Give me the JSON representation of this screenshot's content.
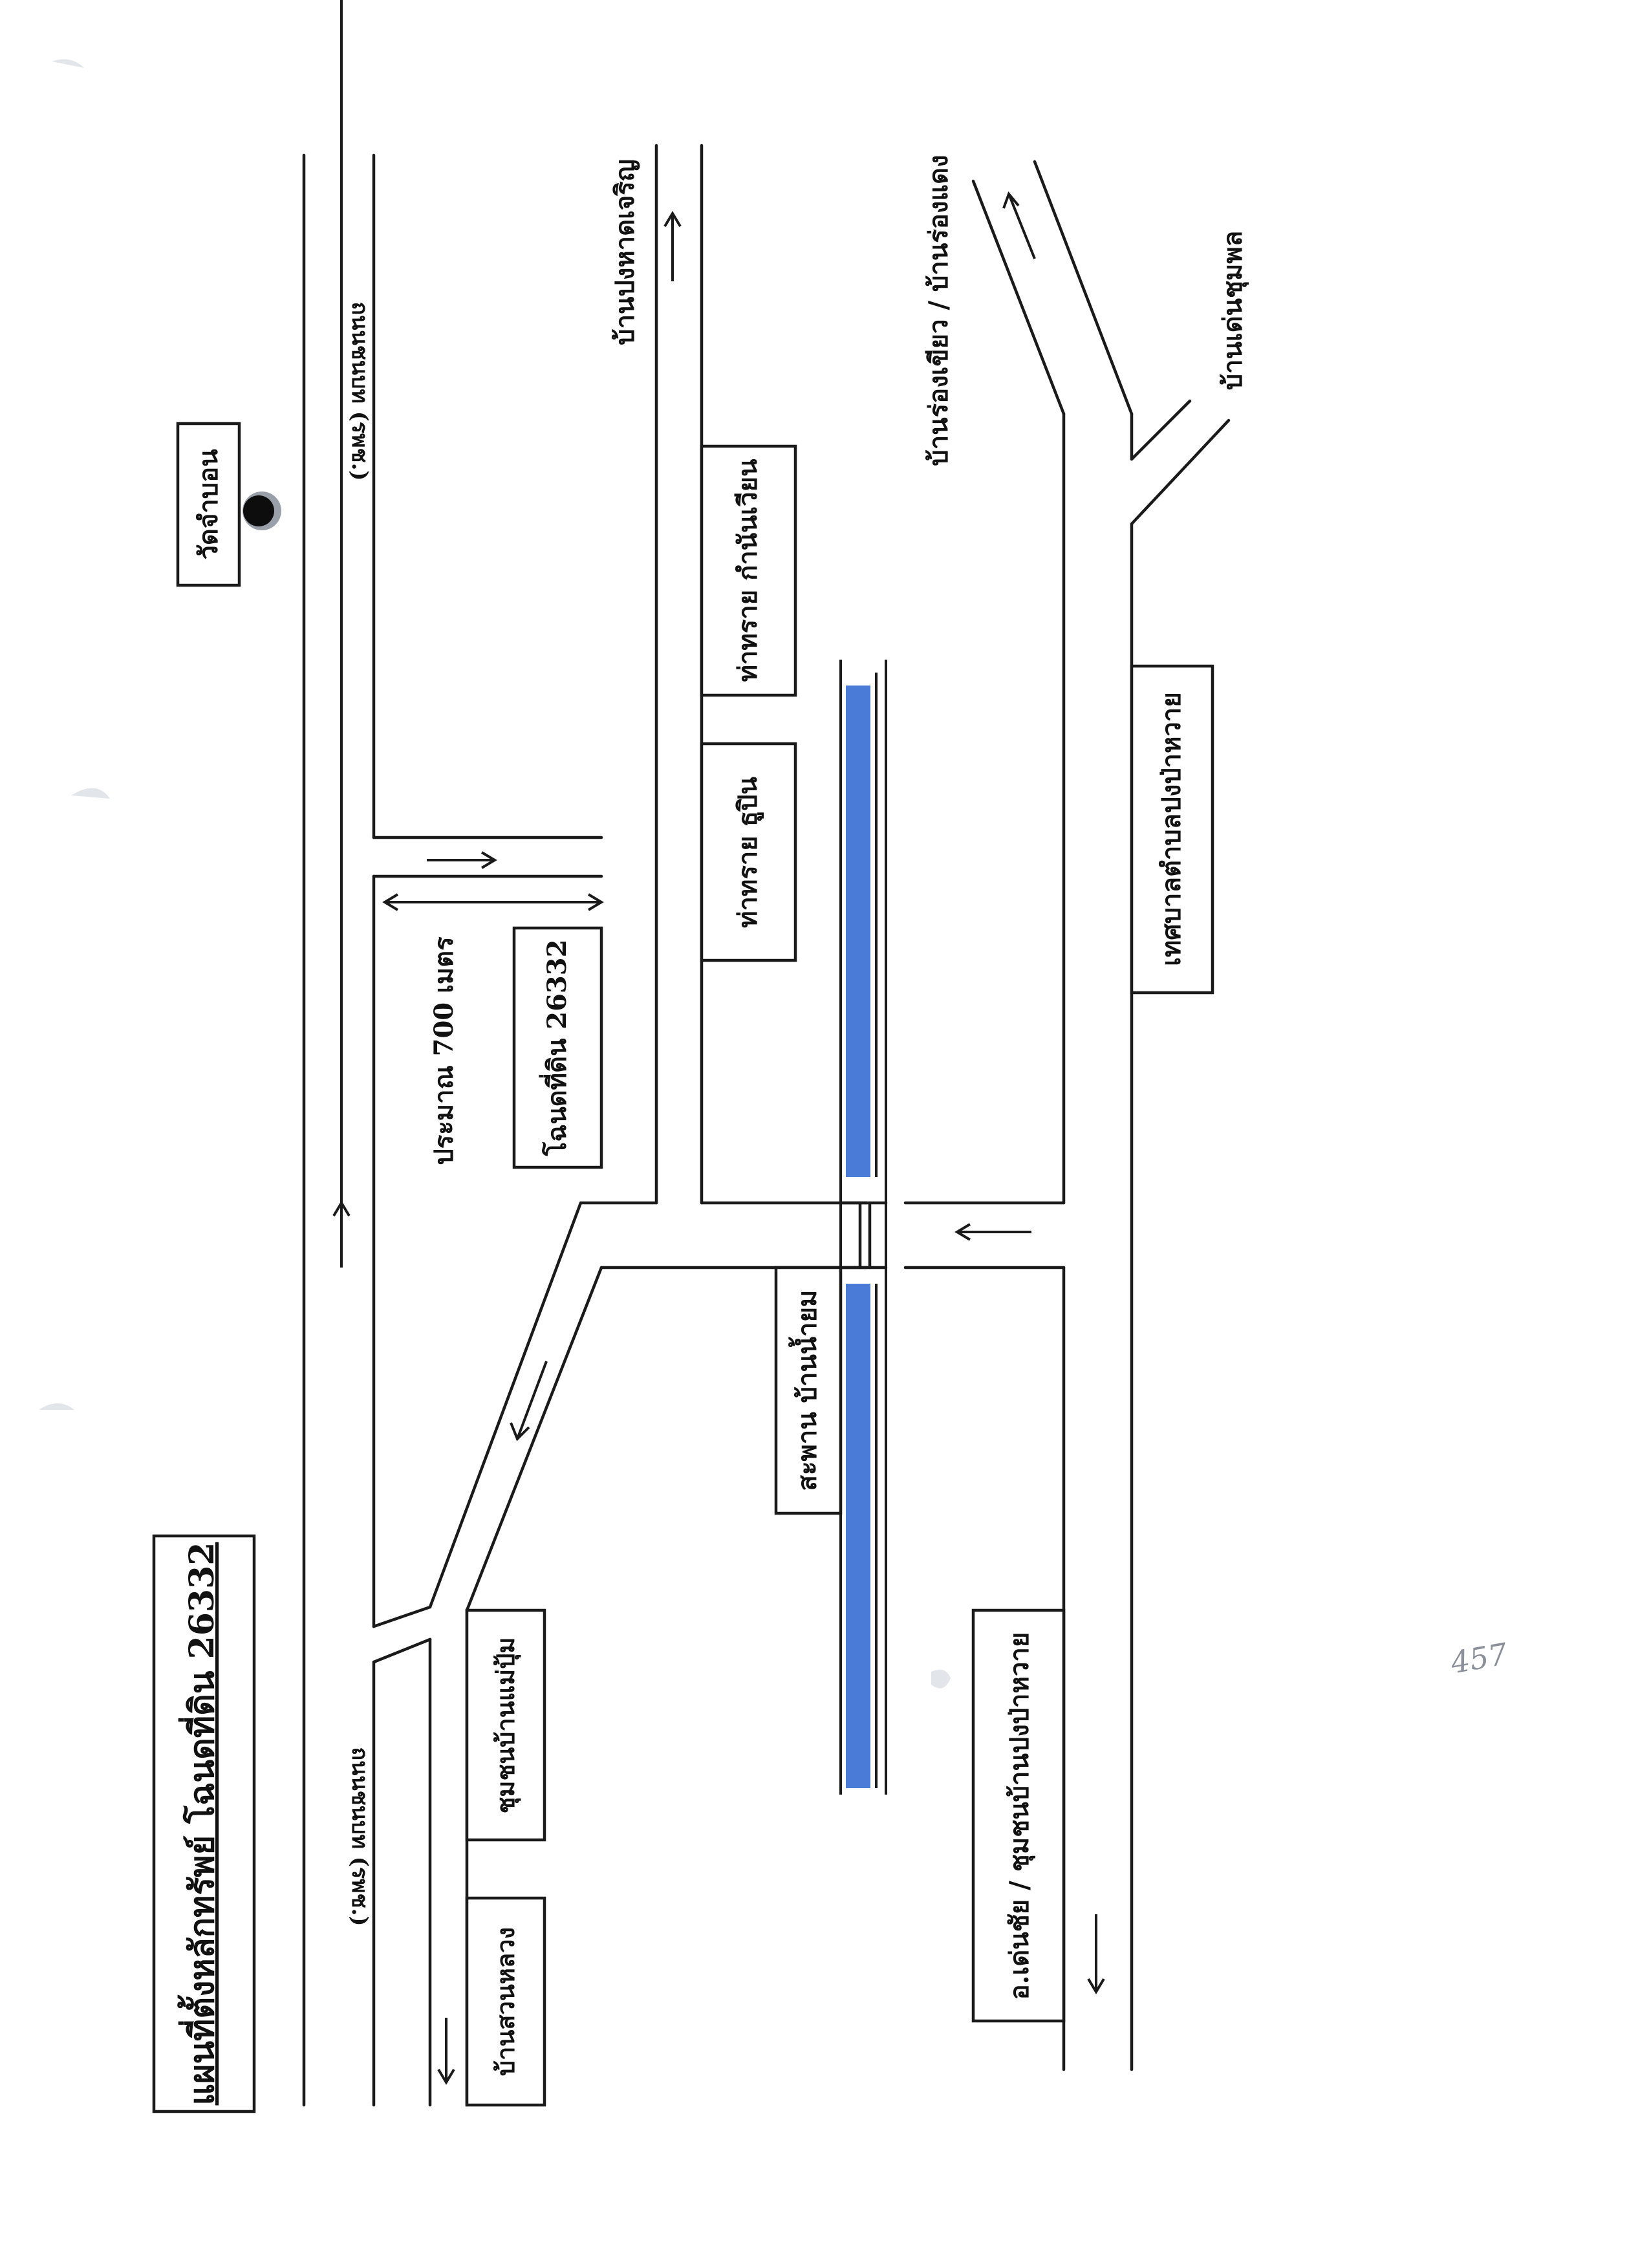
{
  "map": {
    "title": "แผนที่ตั้งหลักทรัพย์ โฉนดที่ดิน 26332",
    "plot_label": "โฉนดที่ดิน 26332",
    "distance_label": "ประมาณ 700 เมตร",
    "temple_label": "วัดจำบอน",
    "road_label_top": "ถนนชนบท (รพช.)",
    "road_label_bottom": "ถนนชนบท (รพช.)",
    "place_top_right": "บ้านปงหาดเจริญ",
    "place_rong_khiao": "บ้านร่องเขียว / บ้านร่องแดง",
    "place_den_chumphon": "บ้านเด่นชุมพล",
    "sand_pit_1": "ท่าทราย กำนันเวียน",
    "sand_pit_2": "ท่าทราย ธูปิน",
    "municipality": "เทศบาลตำบลปงป่าหวาย",
    "bridge": "สะพาน บ้านน้ำยม",
    "community_upper": "ชุมชนบ้านแม่ปุ้ม",
    "community_lower": "บ้านสวนหลวง",
    "district_label": "อ.เด่นชัย / ชุมชนบ้านปงป่าหวาย",
    "pencil_note": "457"
  },
  "colors": {
    "river": "#4a7bd6",
    "ink": "#1a1a1a"
  },
  "icons": {
    "temple": "temple-dot-icon"
  }
}
